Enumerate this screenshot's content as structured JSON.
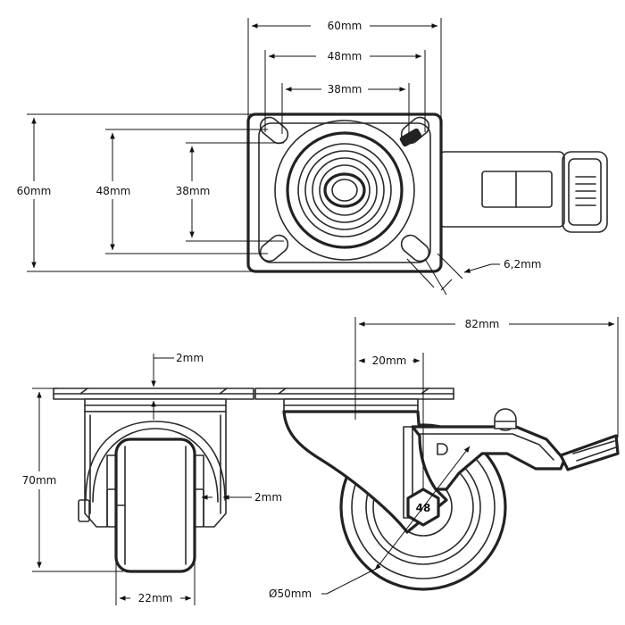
{
  "dimensions": {
    "top_width_outer": "60mm",
    "top_width_mid": "48mm",
    "top_width_inner": "38mm",
    "left_height_outer": "60mm",
    "left_height_mid": "48mm",
    "left_height_inner": "38mm",
    "bolt_hole": "6,2mm",
    "overall_length": "82mm",
    "offset": "20mm",
    "plate_thickness": "2mm",
    "fork_thickness": "2mm",
    "total_height": "70mm",
    "wheel_width": "22mm",
    "wheel_diameter": "Ø50mm"
  },
  "hub_marking": "48",
  "colors": {
    "line": "#2b2b2b",
    "dimension": "#111111",
    "background": "#ffffff"
  }
}
